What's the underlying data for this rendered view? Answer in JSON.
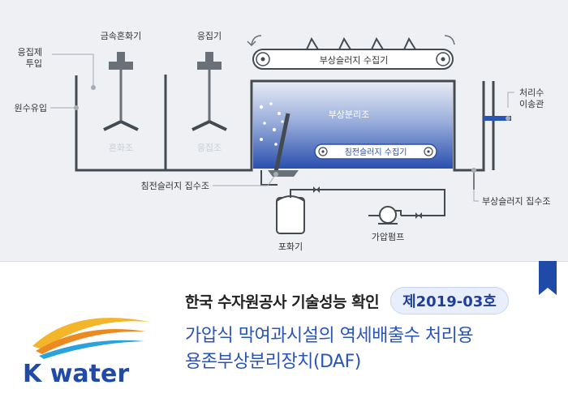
{
  "diagram": {
    "labels": {
      "coagulant_input": [
        "응집제",
        "투입"
      ],
      "raw_water_inflow": "원수유입",
      "metal_mixer": "금속혼화기",
      "flocculator": "응집기",
      "mixing_tank": "혼화조",
      "flocculation_tank": "응집조",
      "floated_sludge_collector": "부상슬러지 수집기",
      "flotation_tank": "부상분리조",
      "settled_sludge_collector": "침전슬러지 수집기",
      "treated_water_transfer": [
        "처리수",
        "이송관"
      ],
      "settled_sludge_hopper": "침전슬러지 집수조",
      "floated_sludge_hopper": "부상슬러지 집수조",
      "saturator": "포화기",
      "pressure_pump": "가압펌프"
    },
    "colors": {
      "line": "#444a52",
      "water_top": "#e4e8f4",
      "water_bottom": "#2a4fae",
      "leader": "#a6acb4"
    }
  },
  "footer": {
    "cert_title": "한국 수자원공사 기술성능 확인",
    "cert_number": "제2019-03호",
    "tech_name": [
      "가압식 막여과시설의 역세배출수 처리용",
      "용존부상분리장치(DAF)"
    ],
    "logo": {
      "text": "K water",
      "colors": {
        "blue": "#1f4aa8",
        "yellow": "#f3b52a",
        "orange": "#ec8a22",
        "light_blue": "#2aa3dd"
      }
    },
    "bookmark_icon_color": "#1f4aa8"
  }
}
